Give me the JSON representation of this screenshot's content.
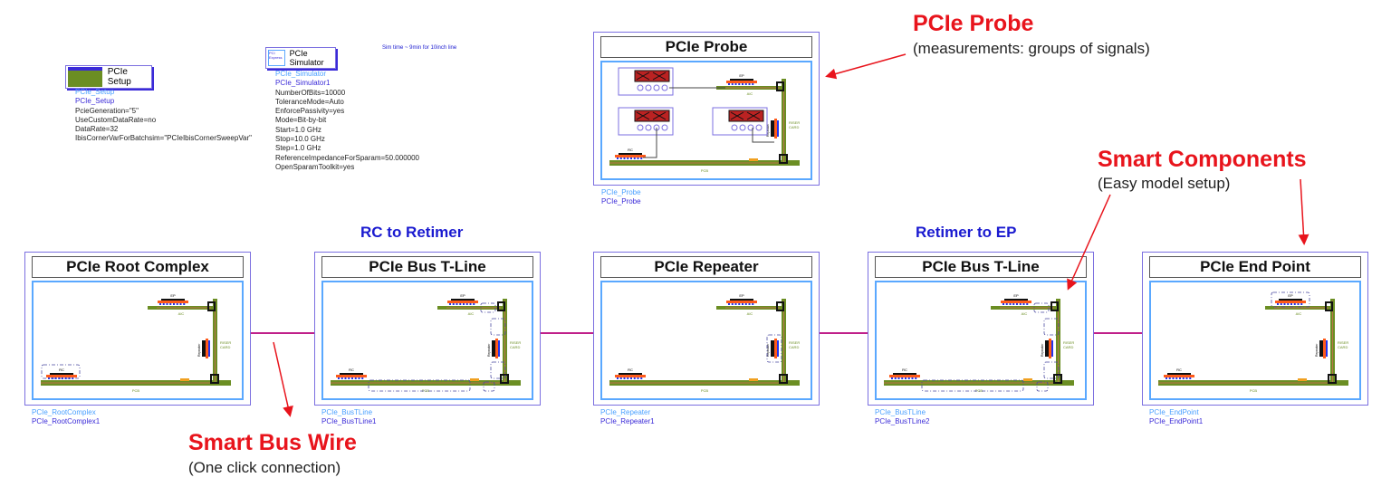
{
  "setup": {
    "label": "PCIe Setup",
    "lines": [
      "PCIe_Setup",
      "PCIe_Setup",
      "PcieGeneration=\"5\"",
      "UseCustomDataRate=no",
      "DataRate=32",
      "IbisCornerVarForBatchsim=\"PCIeIbisCornerSweepVar\""
    ]
  },
  "simulator": {
    "label": "PCIe Simulator",
    "icon_text": "PCI Express",
    "note": "Sim time ~ 9min for 10inch line",
    "lines": [
      "PCIe_Simulator",
      "PCIe_Simulator1",
      "NumberOfBits=10000",
      "ToleranceMode=Auto",
      "EnforcePassivity=yes",
      "Mode=Bit-by-bit",
      "Start=1.0 GHz",
      "Stop=10.0 GHz",
      "Step=1.0 GHz",
      "ReferenceImpedanceForSparam=50.000000",
      "OpenSparamToolkit=yes"
    ]
  },
  "probe": {
    "title": "PCIe Probe",
    "inst": [
      "PCIe_Probe",
      "PCIe_Probe"
    ]
  },
  "components": [
    {
      "title": "PCIe Root Complex",
      "inst": [
        "PCIe_RootComplex",
        "PCIe_RootComplex1"
      ],
      "dashed": "rc"
    },
    {
      "title": "PCIe Bus T-Line",
      "inst": [
        "PCIe_BusTLine",
        "PCIe_BusTLine1"
      ],
      "dashed": "tline"
    },
    {
      "title": "PCIe Repeater",
      "inst": [
        "PCIe_Repeater",
        "PCIe_Repeater1"
      ],
      "dashed": "rep"
    },
    {
      "title": "PCIe Bus T-Line",
      "inst": [
        "PCIe_BusTLine",
        "PCIe_BusTLine2"
      ],
      "dashed": "tline"
    },
    {
      "title": "PCIe End Point",
      "inst": [
        "PCIe_EndPoint",
        "PCIe_EndPoint1"
      ],
      "dashed": "ep"
    }
  ],
  "board_labels": {
    "ep": "EP",
    "rc": "RC",
    "aic": "AIC",
    "pcb": "PCB",
    "riser": "RISER",
    "card": "CARD",
    "repeater": "Repeater"
  },
  "link_labels": [
    "RC to Retimer",
    "Retimer to EP"
  ],
  "annotations": [
    {
      "title": "PCIe Probe",
      "subtitle": "(measurements: groups of signals)"
    },
    {
      "title": "Smart Components",
      "subtitle": "(Easy model setup)"
    },
    {
      "title": "Smart Bus Wire",
      "subtitle": "(One click connection)"
    }
  ],
  "colors": {
    "annotation": "#e8141c",
    "link_label": "#1a1ad0",
    "bus_wire": "#c0208a",
    "board": "#6b8e23",
    "trace": "#b8734a",
    "frame": "#7b6fe0"
  }
}
